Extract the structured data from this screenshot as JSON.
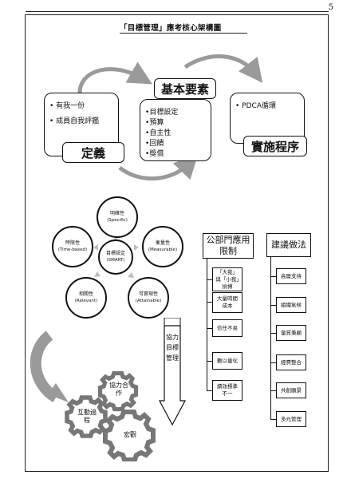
{
  "page_number": "5",
  "title": "「目標管理」應考核心架構圖",
  "definition_card": {
    "items": [
      "有我一份",
      "成員自我評鑑"
    ],
    "tag": "定義"
  },
  "elements_card": {
    "tag": "基本要素",
    "items": [
      "目標設定",
      "預算",
      "自主性",
      "回饋",
      "獎償"
    ]
  },
  "implementation_card": {
    "items": [
      "PDCA循環"
    ],
    "tag": "實施程序"
  },
  "smart": {
    "center": {
      "label": "目標設定",
      "en": "(SMART)"
    },
    "nodes": [
      {
        "label": "明確性",
        "en": "(Specific)"
      },
      {
        "label": "衡量性",
        "en": "(Measurable)"
      },
      {
        "label": "可實現性",
        "en": "(Attainable)"
      },
      {
        "label": "相關性",
        "en": "(Relevant)"
      },
      {
        "label": "時限性",
        "en": "(Time-based)"
      }
    ]
  },
  "vertical_arrow_text": "協力目標管理",
  "gears": [
    "協力合作",
    "互動過程",
    "宏觀"
  ],
  "limits_column": {
    "header": "公部門應用限制",
    "items": [
      "「大我」與「小我」拚搏",
      "大量時間成本",
      "信任不易",
      "難以量化",
      "績效標準不一"
    ]
  },
  "suggestions_column": {
    "header": "建議做法",
    "items": [
      "高層支持",
      "組織氣候",
      "量質兼顧",
      "經費整合",
      "共創願景",
      "多元管理"
    ]
  },
  "colors": {
    "ink": "#111111",
    "arrow_gray": "#9a9a9a",
    "gear_fill": "#ffffff"
  }
}
